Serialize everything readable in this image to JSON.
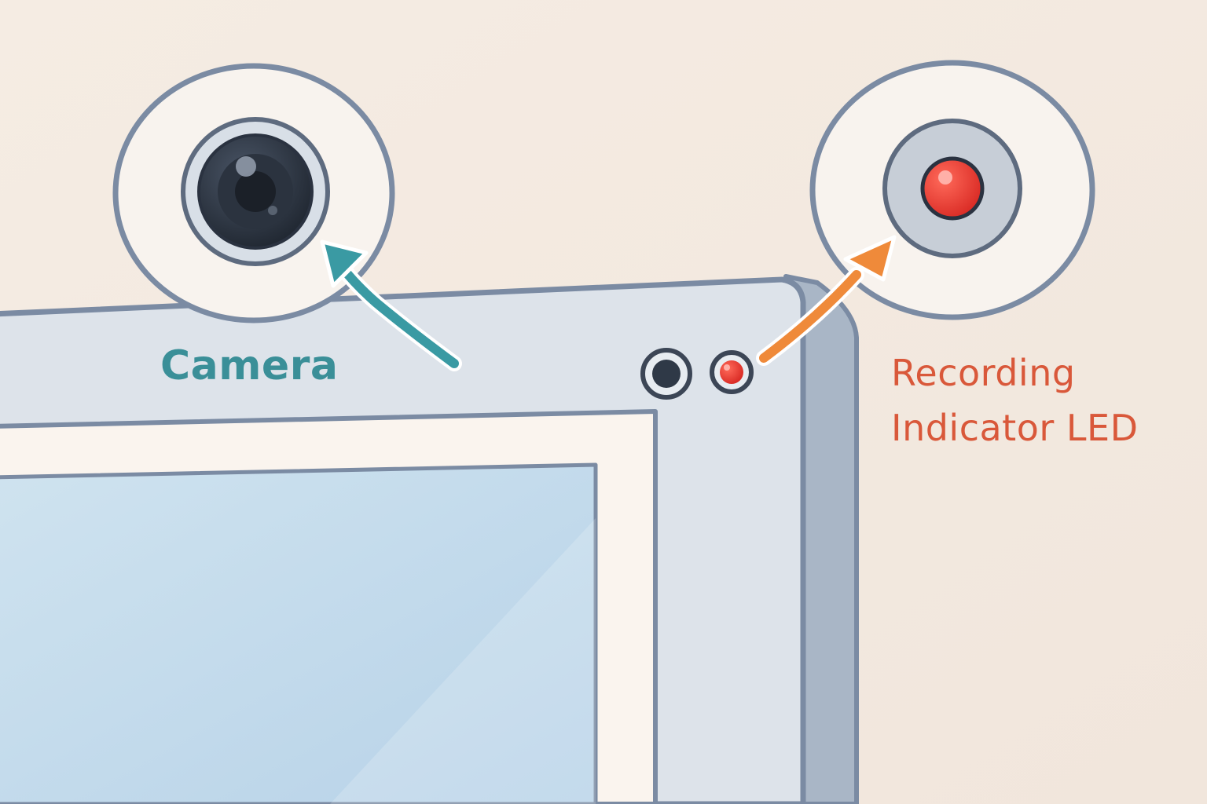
{
  "labels": {
    "camera": "Camera",
    "led_line1": "Recording",
    "led_line2": "Indicator LED"
  },
  "colors": {
    "background": "#f3e9df",
    "camera_accent": "#3a8f98",
    "led_accent": "#d9583a",
    "led_arrow": "#ef8a3a",
    "outline": "#7b8ba3",
    "led_red": "#e23a33"
  }
}
